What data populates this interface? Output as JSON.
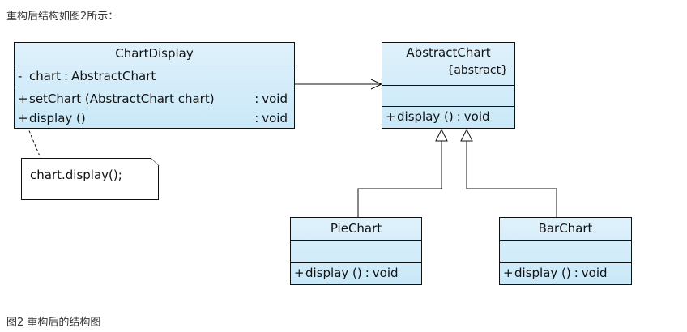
{
  "captions": {
    "top": "重构后结构如图2所示：",
    "bottom": "图2 重构后的结构图"
  },
  "classes": {
    "chart_display": {
      "name": "ChartDisplay",
      "attributes": [
        {
          "visibility": "-",
          "text": "chart",
          "type": "AbstractChart"
        }
      ],
      "operations": [
        {
          "visibility": "+",
          "text": "setChart (AbstractChart chart)",
          "type": "void"
        },
        {
          "visibility": "+",
          "text": "display ()",
          "type": "void"
        }
      ]
    },
    "abstract_chart": {
      "name": "AbstractChart",
      "stereotype": "{abstract}",
      "operations": [
        {
          "visibility": "+",
          "text": "display ()",
          "type": "void"
        }
      ]
    },
    "pie_chart": {
      "name": "PieChart",
      "operations": [
        {
          "visibility": "+",
          "text": "display ()",
          "type": "void"
        }
      ]
    },
    "bar_chart": {
      "name": "BarChart",
      "operations": [
        {
          "visibility": "+",
          "text": "display ()",
          "type": "void"
        }
      ]
    }
  },
  "note": {
    "text": "chart.display();"
  },
  "colors": {
    "class_fill_top": "#dff1fb",
    "class_fill_bottom": "#c9e8f8",
    "line": "#111111"
  }
}
